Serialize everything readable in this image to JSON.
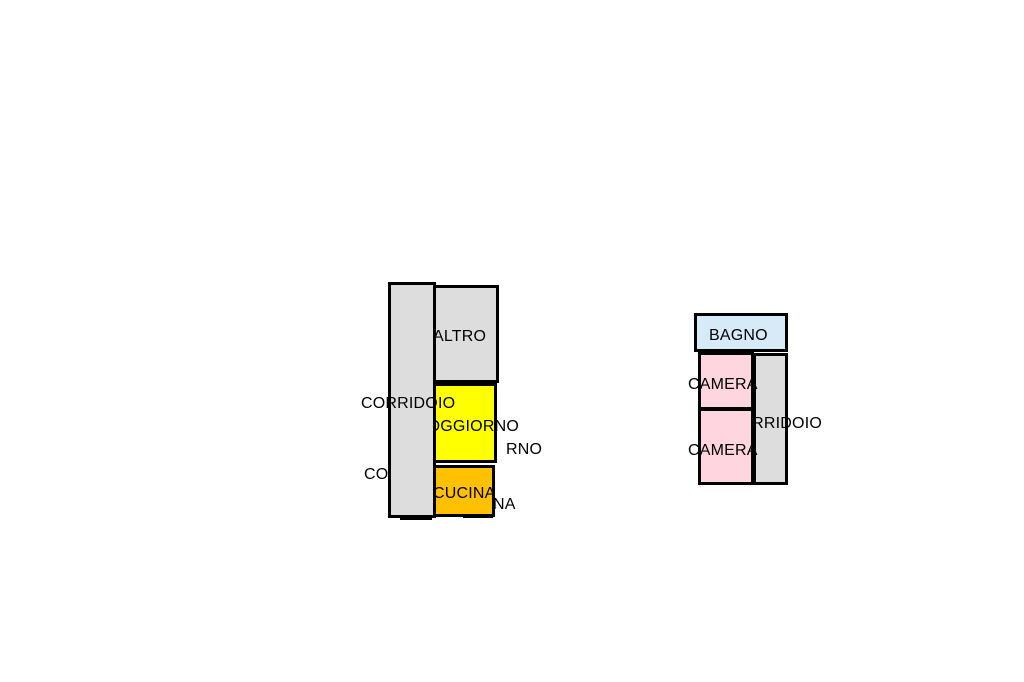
{
  "colors": {
    "corridor": "#dddddd",
    "other": "#dddddd",
    "living": "#ffff00",
    "kitchen": "#ffc000",
    "bathroom": "#d6eaf8",
    "bedroom": "#ffd6e0",
    "wall": "#000000"
  },
  "plan_left": {
    "rooms": [
      {
        "label": "CORRIDOIO"
      },
      {
        "label": "ALTRO"
      },
      {
        "label": "SOGGIORNO"
      },
      {
        "label": "CUCINA"
      }
    ],
    "fragments": [
      {
        "text": "CO"
      },
      {
        "text": "RNO"
      },
      {
        "text": "NA"
      }
    ]
  },
  "plan_right": {
    "rooms": [
      {
        "label": "BAGNO"
      },
      {
        "label": "CAMERA"
      },
      {
        "label": "CAMERA"
      },
      {
        "label": "CORRIDOIO"
      }
    ]
  }
}
